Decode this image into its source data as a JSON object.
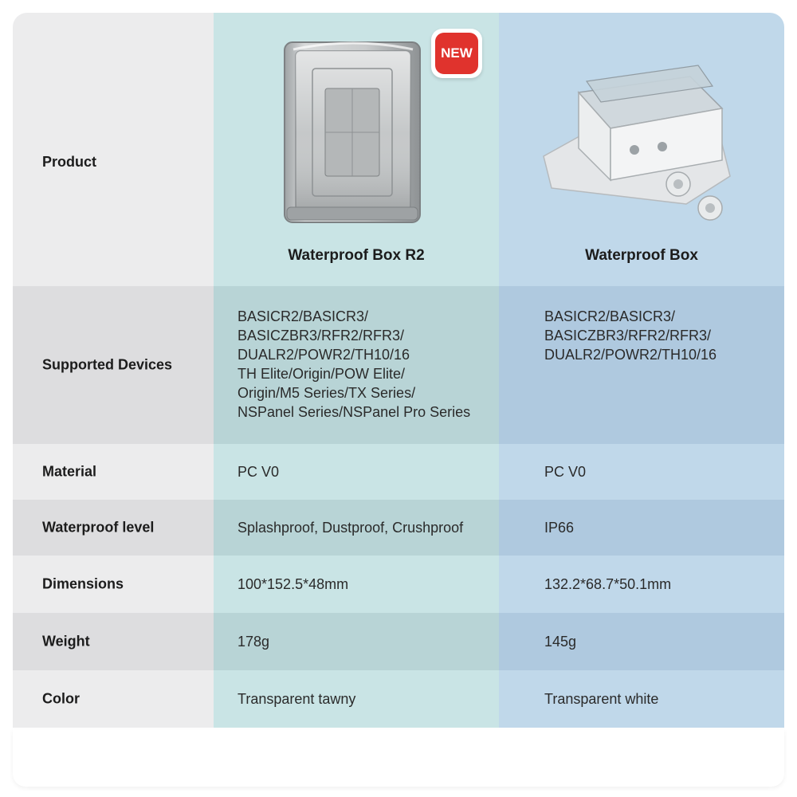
{
  "badge": "NEW",
  "rows": {
    "product": {
      "label": "Product",
      "r2_name": "Waterproof Box R2",
      "box_name": "Waterproof Box"
    },
    "supported": {
      "label": "Supported Devices",
      "r2_lines": [
        "BASICR2/BASICR3/",
        "BASICZBR3/RFR2/RFR3/",
        "DUALR2/POWR2/TH10/16",
        "TH Elite/Origin/POW Elite/",
        "Origin/M5 Series/TX Series/",
        "NSPanel Series/NSPanel Pro Series"
      ],
      "box_lines": [
        "BASICR2/BASICR3/",
        "BASICZBR3/RFR2/RFR3/",
        "DUALR2/POWR2/TH10/16"
      ]
    },
    "material": {
      "label": "Material",
      "r2": "PC V0",
      "box": "PC V0"
    },
    "waterproof": {
      "label": "Waterproof level",
      "r2": "Splashproof, Dustproof, Crushproof",
      "box": "IP66"
    },
    "dimensions": {
      "label": "Dimensions",
      "r2": "100*152.5*48mm",
      "box": "132.2*68.7*50.1mm"
    },
    "weight": {
      "label": "Weight",
      "r2": "178g",
      "box": "145g"
    },
    "color": {
      "label": "Color",
      "r2": "Transparent tawny",
      "box": "Transparent white"
    }
  }
}
